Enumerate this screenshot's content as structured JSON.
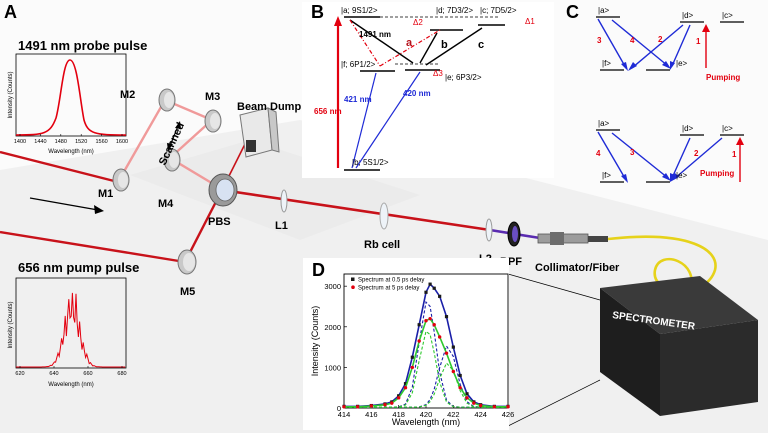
{
  "panels": {
    "a": "A",
    "b": "B",
    "c": "C",
    "d": "D"
  },
  "colors": {
    "beam": "#c8121a",
    "probe": "#f2a0a0",
    "blue": "#1f2bd6",
    "red": "#e3000f",
    "green": "#2ec92e",
    "navy": "#1a1fa8"
  },
  "setup": {
    "probe_label": "1491 nm probe pulse",
    "pump_label": "656 nm pump pulse",
    "mirrors": {
      "m1": "M1",
      "m2": "M2",
      "m3": "M3",
      "m4": "M4",
      "m5": "M5"
    },
    "scanned": "Scanned",
    "beam_dump": "Beam Dump",
    "pbs": "PBS",
    "l1": "L1",
    "l2": "L2",
    "rb_cell": "Rb cell",
    "bpf": "BPF",
    "collimator": "Collimator/Fiber",
    "spectrometer": "SPECTROMETER"
  },
  "probe_inset": {
    "ylabel": "Intensity (Counts)",
    "xlabel": "Wavelength (nm)",
    "xticks": [
      "1400",
      "1440",
      "1480",
      "1520",
      "1560",
      "1600"
    ]
  },
  "pump_inset": {
    "ylabel": "Intensity (Counts)",
    "xlabel": "Wavelength (nm)",
    "xticks": [
      "620",
      "640",
      "660",
      "680"
    ]
  },
  "levels_b": {
    "a": "|a; 9S1/2>",
    "d": "|d; 7D3/2>",
    "c": "|c; 7D5/2>",
    "f": "|f; 6P1/2>",
    "e": "|e; 6P3/2>",
    "b": "|b; 5S1/2>",
    "delta1": "Δ1",
    "delta2": "Δ2",
    "delta3": "Δ3",
    "w1491": "1491 nm",
    "w421": "421 nm",
    "w420": "420 nm",
    "w656": "656 nm",
    "path_a": "a",
    "path_b": "b",
    "path_c": "c"
  },
  "levels_c": {
    "a": "|a>",
    "d": "|d>",
    "c": "|c>",
    "f": "|f>",
    "e": "|e>",
    "pumping": "Pumping",
    "top_nums": [
      "3",
      "4",
      "2",
      "1"
    ],
    "bottom_nums": [
      "4",
      "3",
      "2",
      "1"
    ]
  },
  "chart_data": {
    "type": "line",
    "xlabel": "Wavelength (nm)",
    "ylabel": "Intensity (Counts)",
    "xlim": [
      414,
      426
    ],
    "ylim": [
      0,
      3300
    ],
    "xticks": [
      414,
      416,
      418,
      420,
      422,
      424,
      426
    ],
    "yticks": [
      0,
      1000,
      2000,
      3000
    ],
    "legend_position": "top",
    "series": [
      {
        "name": "Spectrum at 0.5 ps delay",
        "color": "#1a1a1a",
        "marker": "square",
        "x": [
          414,
          415,
          416,
          417,
          417.5,
          418,
          418.5,
          419,
          419.5,
          420,
          420.3,
          420.6,
          421,
          421.5,
          422,
          422.5,
          423,
          423.5,
          424,
          425,
          426
        ],
        "y": [
          40,
          40,
          60,
          100,
          150,
          300,
          600,
          1250,
          2050,
          2850,
          3050,
          2950,
          2750,
          2250,
          1500,
          800,
          350,
          150,
          80,
          40,
          40
        ]
      },
      {
        "name": "Spectrum at 5 ps delay",
        "color": "#e3000f",
        "marker": "circle",
        "x": [
          414,
          415,
          416,
          417,
          417.5,
          418,
          418.5,
          419,
          419.5,
          420,
          420.3,
          420.6,
          421,
          421.5,
          422,
          422.5,
          423,
          423.5,
          424,
          425,
          426
        ],
        "y": [
          30,
          30,
          50,
          80,
          120,
          250,
          500,
          1000,
          1650,
          2150,
          2200,
          2050,
          1750,
          1350,
          900,
          500,
          250,
          120,
          60,
          30,
          30
        ]
      }
    ]
  }
}
